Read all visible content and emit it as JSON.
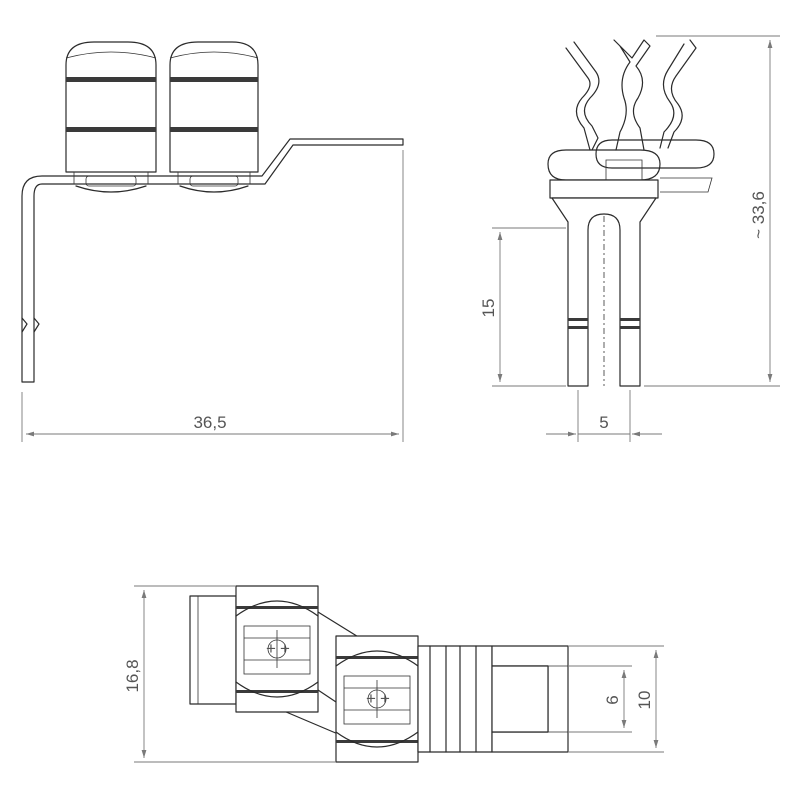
{
  "dimensions": {
    "width_label": "36,5",
    "height_label": "~ 33,6",
    "leg_length_label": "15",
    "pitch_label": "5",
    "depth_label": "16,8",
    "inner_width_label": "6",
    "outer_width_label": "10"
  },
  "colors": {
    "line": "#2b2b2b",
    "dimension": "#7a7a7a",
    "text": "#555555",
    "background": "#ffffff"
  }
}
